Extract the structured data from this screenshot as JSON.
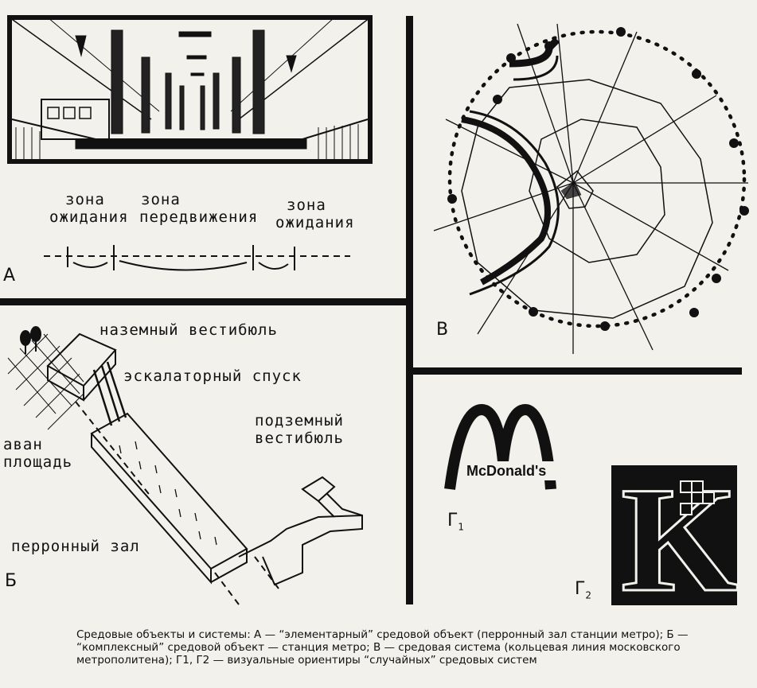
{
  "panel_a": {
    "letter": "А",
    "zone_wait_1": [
      "зона",
      "ожидания"
    ],
    "zone_move": [
      "зона",
      "передвижения"
    ],
    "zone_wait_2": [
      "зона",
      "ожидания"
    ]
  },
  "panel_b": {
    "letter": "Б",
    "ground_vestibule": "наземный вестибюль",
    "escalator": "эскалаторный спуск",
    "underground_vestibule": [
      "подземный",
      "вестибюль"
    ],
    "square": [
      "аван",
      "площадь"
    ],
    "platform_hall": "перронный зал"
  },
  "panel_v": {
    "letter": "В"
  },
  "panel_g": {
    "logo_text": "McDonald's",
    "k_letter": "K",
    "g1_letter": "Г",
    "g1_sub": "1",
    "g2_letter": "Г",
    "g2_sub": "2"
  },
  "caption": "Средовые объекты и системы: А — “элементарный” средовой объект (перронный зал станции метро); Б — “комплексный” средовой объект — станция метро; В — средовая система (кольцевая линия московского метрополитена); Г1, Г2 — визуальные ориентиры “случайных” средовых систем",
  "colors": {
    "ink": "#111111",
    "paper": "#f3f1ec"
  }
}
